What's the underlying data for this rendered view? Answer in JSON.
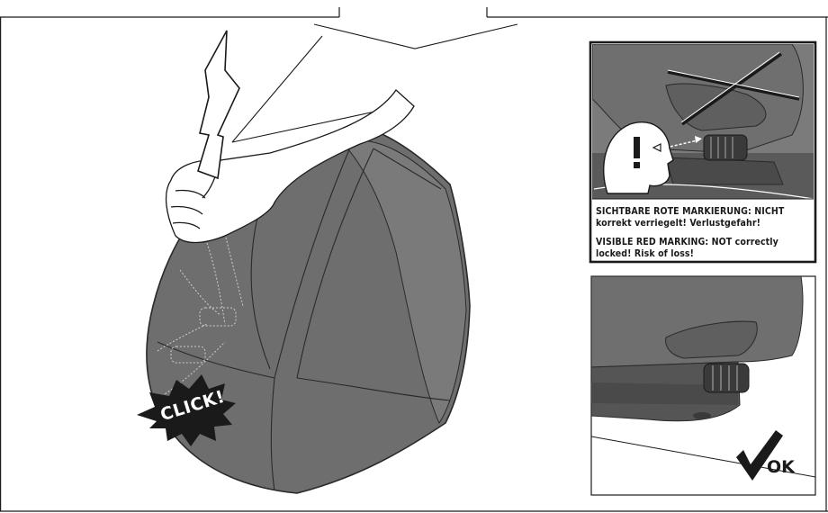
{
  "burst_label": "CLICK!",
  "warning": {
    "de": "SICHTBARE ROTE MARKIERUNG: NICHT korrekt verriegelt! Verlustgefahr!",
    "en": "VISIBLE RED MARKING: NOT correctly locked! Risk of loss!"
  },
  "ok_label": "OK",
  "icons": {
    "action_arrow": "lightning-arrow-down-icon",
    "attention": "head-exclamation-icon",
    "wrong": "cross-icon",
    "correct": "checkmark-icon"
  },
  "colors": {
    "case": "#6e6e6e",
    "case_dark": "#3a3a3a",
    "ink": "#1a1a1a"
  }
}
